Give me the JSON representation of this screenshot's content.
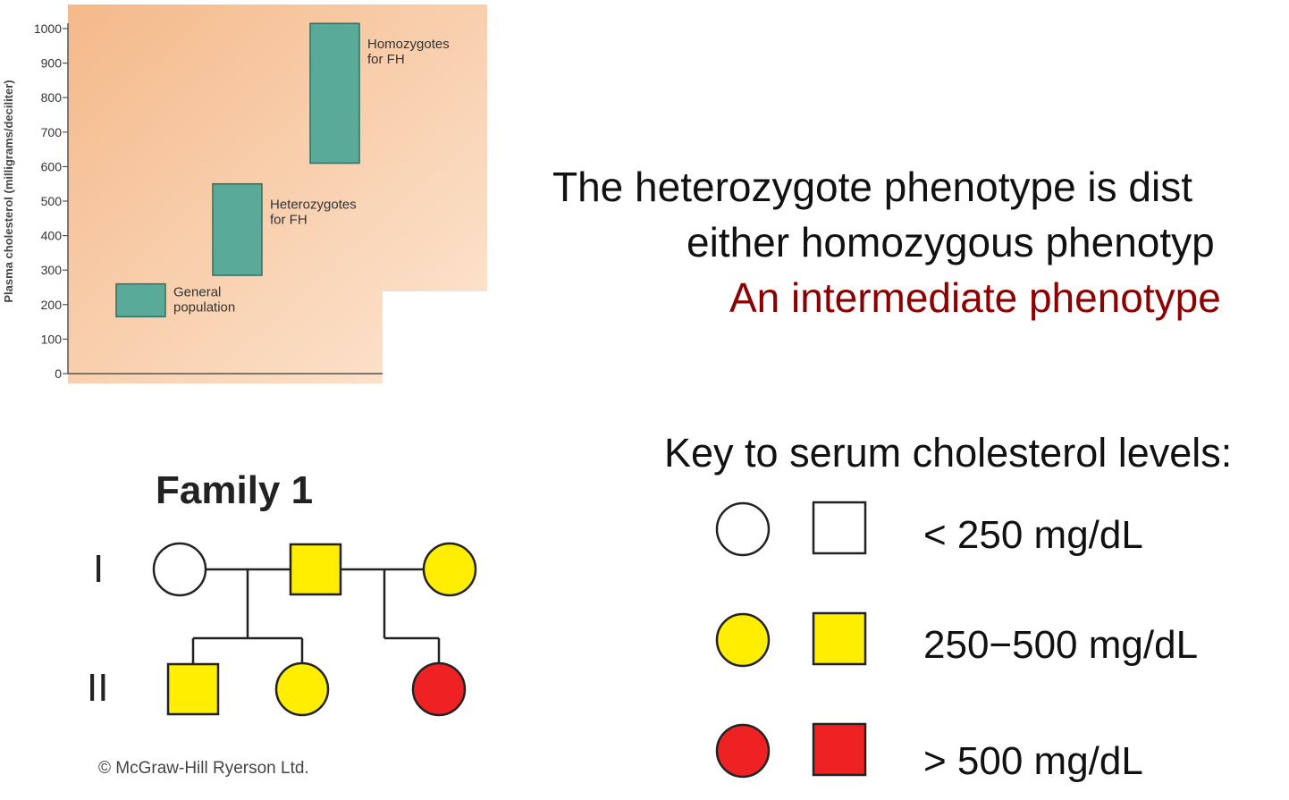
{
  "chart_data": {
    "type": "bar",
    "ylabel": "Plasma cholesterol (milligrams/deciliter)",
    "ylim": [
      0,
      1000
    ],
    "yticks": [
      0,
      100,
      200,
      300,
      400,
      500,
      600,
      700,
      800,
      900,
      1000
    ],
    "bars": [
      {
        "label_lines": [
          "General",
          "population"
        ],
        "low": 165,
        "high": 260
      },
      {
        "label_lines": [
          "Heterozygotes",
          "for FH"
        ],
        "low": 285,
        "high": 550
      },
      {
        "label_lines": [
          "Homozygotes",
          "for FH"
        ],
        "low": 610,
        "high": 1015
      }
    ],
    "bar_color": "#5aaa9a"
  },
  "text": {
    "line1": "The heterozygote phenotype is dist",
    "line2": "either homozygous phenotyp",
    "line3": "An intermediate phenotype",
    "highlight_color": "#8b0000"
  },
  "key": {
    "title": "Key to serum cholesterol levels:",
    "levels": [
      {
        "label": "< 250 mg/dL",
        "color": "#ffffff"
      },
      {
        "label": "250−500 mg/dL",
        "color": "#ffee00"
      },
      {
        "label": "> 500 mg/dL",
        "color": "#ee2222"
      }
    ]
  },
  "pedigree": {
    "title": "Family 1",
    "gen1": "I",
    "gen2": "II"
  },
  "copyright": "© McGraw-Hill Ryerson Ltd."
}
